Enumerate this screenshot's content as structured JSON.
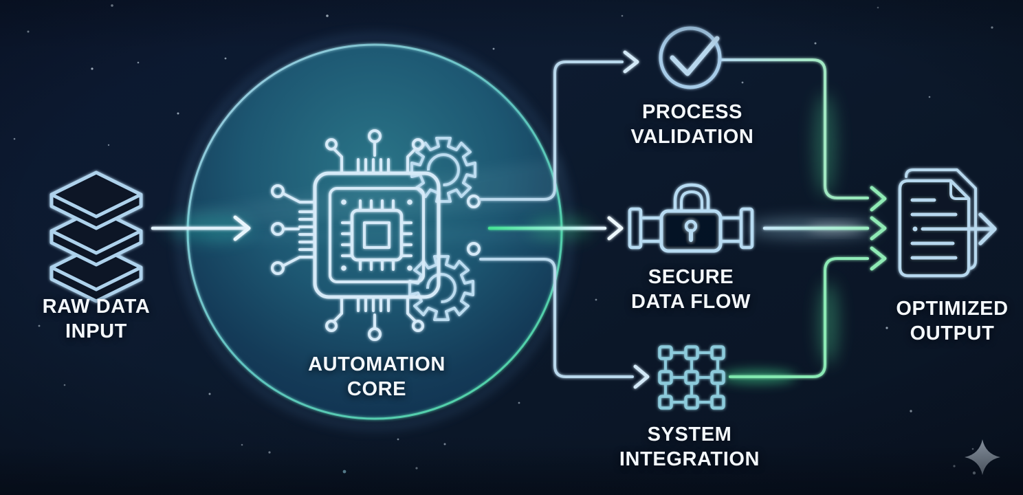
{
  "nodes": {
    "input": {
      "id": "raw-data-input",
      "line1": "RAW DATA",
      "line2": "INPUT",
      "icon": "layers-stack-icon"
    },
    "core": {
      "id": "automation-core",
      "line1": "AUTOMATION",
      "line2": "CORE",
      "icon": "cpu-chip-gears-icon"
    },
    "validation": {
      "id": "process-validation",
      "line1": "PROCESS",
      "line2": "VALIDATION",
      "icon": "check-circle-icon"
    },
    "secure": {
      "id": "secure-data-flow",
      "line1": "SECURE",
      "line2": "DATA FLOW",
      "icon": "padlock-pipeline-icon"
    },
    "integration": {
      "id": "system-integration",
      "line1": "SYSTEM",
      "line2": "INTEGRATION",
      "icon": "network-grid-icon"
    },
    "output": {
      "id": "optimized-output",
      "line1": "OPTIMIZED",
      "line2": "OUTPUT",
      "icon": "document-arrow-icon"
    }
  },
  "edges": [
    {
      "from": "raw-data-input",
      "to": "automation-core"
    },
    {
      "from": "automation-core",
      "to": "process-validation"
    },
    {
      "from": "automation-core",
      "to": "secure-data-flow"
    },
    {
      "from": "automation-core",
      "to": "system-integration"
    },
    {
      "from": "process-validation",
      "to": "optimized-output"
    },
    {
      "from": "secure-data-flow",
      "to": "optimized-output"
    },
    {
      "from": "system-integration",
      "to": "optimized-output"
    }
  ],
  "decor": {
    "sparkle_icon": "four-point-sparkle-icon",
    "stars": "background-star-dots"
  },
  "colors": {
    "background": "#0c1830",
    "core_fill_top": "#2a7487",
    "core_fill_bottom": "#0f2d4c",
    "rim_blue": "#a6cde8",
    "rim_green": "#4cd6a0",
    "icon_stroke": "#b7dbf2",
    "chip_stroke": "#d6eaf8",
    "grid_stroke": "#8ccadb",
    "flow_green": "#5fe3a1",
    "flow_blue": "#b9d8ec",
    "label_text": "#f4f8fc",
    "sparkle": "#b9c5d2"
  }
}
